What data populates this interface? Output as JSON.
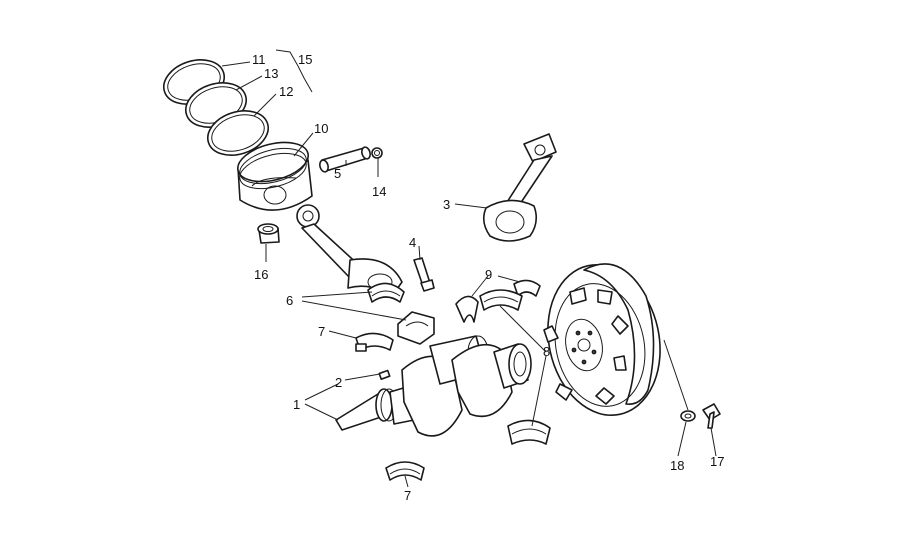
{
  "diagram": {
    "callouts": [
      {
        "id": "c11",
        "text": "11"
      },
      {
        "id": "c15",
        "text": "15"
      },
      {
        "id": "c13",
        "text": "13"
      },
      {
        "id": "c12",
        "text": "12"
      },
      {
        "id": "c10",
        "text": "10"
      },
      {
        "id": "c5",
        "text": "5"
      },
      {
        "id": "c14",
        "text": "14"
      },
      {
        "id": "c3",
        "text": "3"
      },
      {
        "id": "c4",
        "text": "4"
      },
      {
        "id": "c16",
        "text": "16"
      },
      {
        "id": "c9",
        "text": "9"
      },
      {
        "id": "c6",
        "text": "6"
      },
      {
        "id": "c7a",
        "text": "7"
      },
      {
        "id": "c8",
        "text": "8"
      },
      {
        "id": "c2",
        "text": "2"
      },
      {
        "id": "c1",
        "text": "1"
      },
      {
        "id": "c18",
        "text": "18"
      },
      {
        "id": "c17",
        "text": "17"
      },
      {
        "id": "c7b",
        "text": "7"
      }
    ]
  }
}
